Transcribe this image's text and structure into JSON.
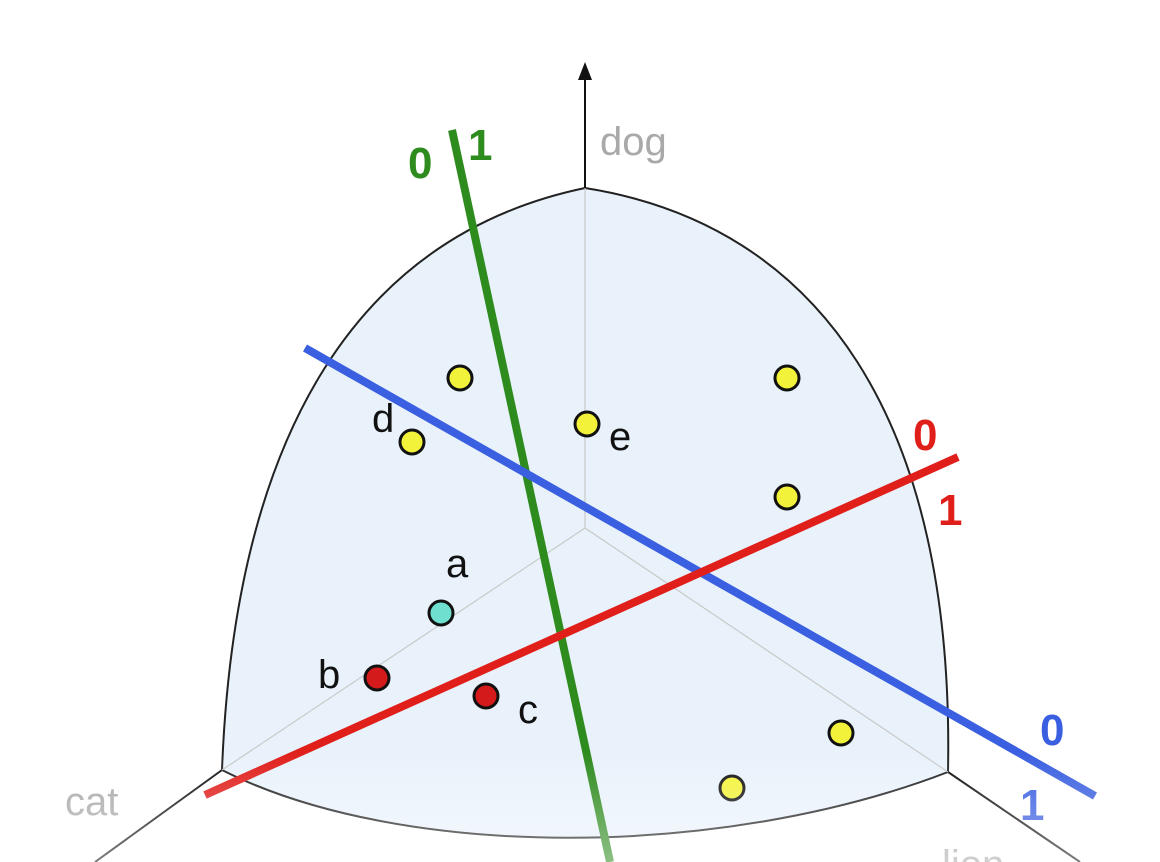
{
  "diagram": {
    "axes": {
      "dog": "dog",
      "cat": "cat",
      "lion": "lion"
    },
    "planes": {
      "green": {
        "color": "#2e8b1e",
        "label_left": "0",
        "label_right": "1"
      },
      "blue": {
        "color": "#3a5fe0",
        "label_top": "0",
        "label_bottom": "1"
      },
      "red": {
        "color": "#e01f1b",
        "label_top": "0",
        "label_bottom": "1"
      }
    },
    "points": {
      "a": {
        "label": "a",
        "color": "#6fe0d0"
      },
      "b": {
        "label": "b",
        "color": "#d41a1a"
      },
      "c": {
        "label": "c",
        "color": "#d41a1a"
      },
      "d": {
        "label": "d",
        "color": "#f2f23a"
      },
      "e": {
        "label": "e",
        "color": "#f2f23a"
      }
    },
    "unlabeled_point_color": "#f2f23a",
    "surface_fill": "#e9f2fb",
    "axis_label_color": "#a9a9a9"
  }
}
